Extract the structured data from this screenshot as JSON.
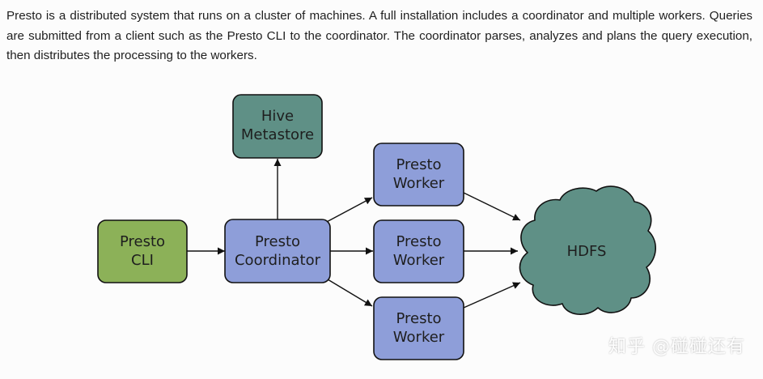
{
  "description": {
    "text": "Presto is a distributed system that runs on a cluster of machines. A full installation includes a coordinator and multiple workers. Queries are submitted from a client such as the Presto CLI to the coordinator. The coordinator parses, analyzes and plans the query execution, then distributes the processing to the workers."
  },
  "colors": {
    "cli": "#8cb158",
    "coordinator": "#8e9ed9",
    "worker": "#8e9ed9",
    "metastore": "#5f9086",
    "hdfs": "#5f9086",
    "border": "#111111",
    "arrow": "#111111"
  },
  "nodes": {
    "cli": {
      "line1": "Presto",
      "line2": "CLI"
    },
    "coordinator": {
      "line1": "Presto",
      "line2": "Coordinator"
    },
    "metastore": {
      "line1": "Hive",
      "line2": "Metastore"
    },
    "worker1": {
      "line1": "Presto",
      "line2": "Worker"
    },
    "worker2": {
      "line1": "Presto",
      "line2": "Worker"
    },
    "worker3": {
      "line1": "Presto",
      "line2": "Worker"
    },
    "hdfs": {
      "label": "HDFS"
    }
  },
  "edges": [
    {
      "from": "Presto CLI",
      "to": "Presto Coordinator"
    },
    {
      "from": "Presto Coordinator",
      "to": "Hive Metastore"
    },
    {
      "from": "Presto Coordinator",
      "to": "Presto Worker (top)"
    },
    {
      "from": "Presto Coordinator",
      "to": "Presto Worker (middle)"
    },
    {
      "from": "Presto Coordinator",
      "to": "Presto Worker (bottom)"
    },
    {
      "from": "Presto Worker (top)",
      "to": "HDFS"
    },
    {
      "from": "Presto Worker (middle)",
      "to": "HDFS"
    },
    {
      "from": "Presto Worker (bottom)",
      "to": "HDFS"
    }
  ],
  "watermark": {
    "text": "知乎 @碰碰还有"
  }
}
